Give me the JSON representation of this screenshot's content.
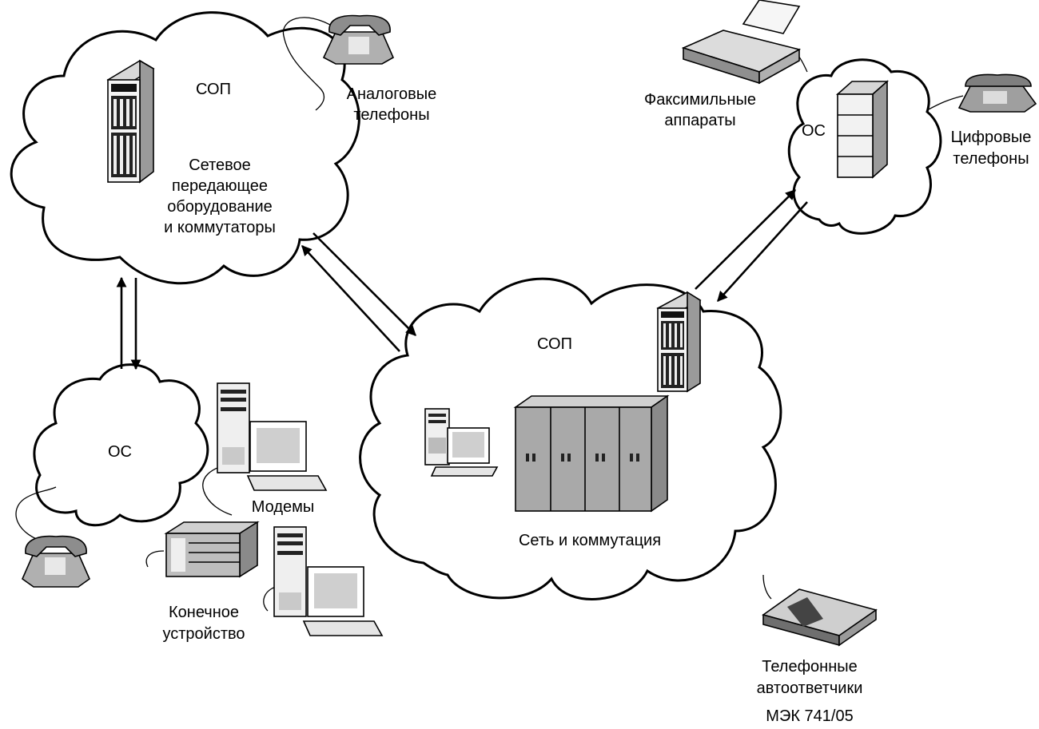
{
  "clouds": {
    "top_left": {
      "label": "СОП",
      "description": [
        "Сетевое",
        "передающее",
        "оборудование",
        "и коммутаторы"
      ]
    },
    "left": {
      "label": "ОС"
    },
    "center": {
      "label": "СОП",
      "caption": "Сеть и коммутация"
    },
    "right": {
      "label": "ОС"
    }
  },
  "devices": {
    "analog_phones": [
      "Аналоговые",
      "телефоны"
    ],
    "fax": [
      "Факсимильные",
      "аппараты"
    ],
    "digital_phones": [
      "Цифровые",
      "телефоны"
    ],
    "modems": "Модемы",
    "terminal": [
      "Конечное",
      "устройство"
    ],
    "answering": [
      "Телефонные",
      "автоответчики"
    ]
  },
  "figure_id": "МЭК 741/05"
}
